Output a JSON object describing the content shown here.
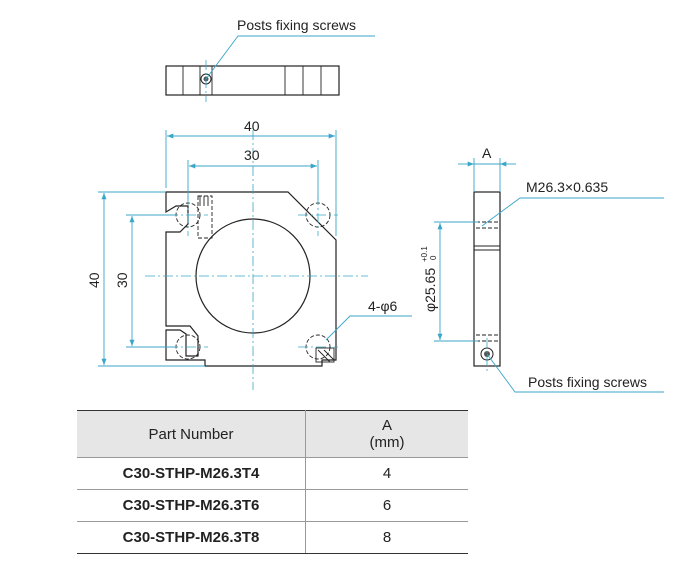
{
  "labels": {
    "posts_fixing_screws_top": "Posts fixing screws",
    "posts_fixing_screws_side": "Posts fixing screws",
    "thread": "M26.3×0.635",
    "holes": "4-φ6",
    "bore": "φ25.65",
    "bore_tol_upper": "+0.1",
    "bore_tol_lower": "0",
    "side_width": "A"
  },
  "dimensions": {
    "outer_width": "40",
    "hole_pitch_x": "30",
    "outer_height": "40",
    "hole_pitch_y": "30"
  },
  "table": {
    "header_part": "Part Number",
    "header_a": "A",
    "header_a_unit": "(mm)",
    "rows": [
      {
        "part": "C30-STHP-M26.3T4",
        "a": "4"
      },
      {
        "part": "C30-STHP-M26.3T6",
        "a": "6"
      },
      {
        "part": "C30-STHP-M26.3T8",
        "a": "8"
      }
    ]
  }
}
